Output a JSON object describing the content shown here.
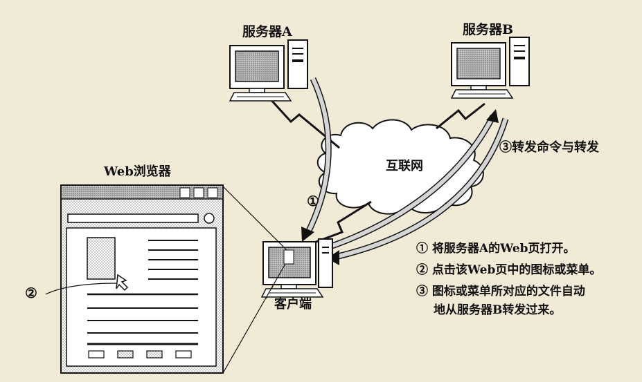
{
  "labels": {
    "server_a": "服务器A",
    "server_b": "服务器B",
    "internet": "互联网",
    "client": "客户端",
    "browser": "Web浏览器",
    "step1_marker": "①",
    "step2_marker": "②",
    "step3_label": "③转发命令与转发"
  },
  "notes": [
    "① 将服务器A的Web页打开。",
    "② 点击该Web页中的图标或菜单。",
    "③ 图标或菜单所对应的文件自动",
    "地从服务器B转发过来。"
  ],
  "colors": {
    "background": "#f1ead7",
    "ink": "#111111",
    "arrow_fill": "#c9c9c9"
  },
  "icons": {
    "server_a": "desktop-computer-icon",
    "server_b": "desktop-computer-icon",
    "client": "desktop-computer-icon",
    "cursor": "arrow-cursor-icon"
  }
}
